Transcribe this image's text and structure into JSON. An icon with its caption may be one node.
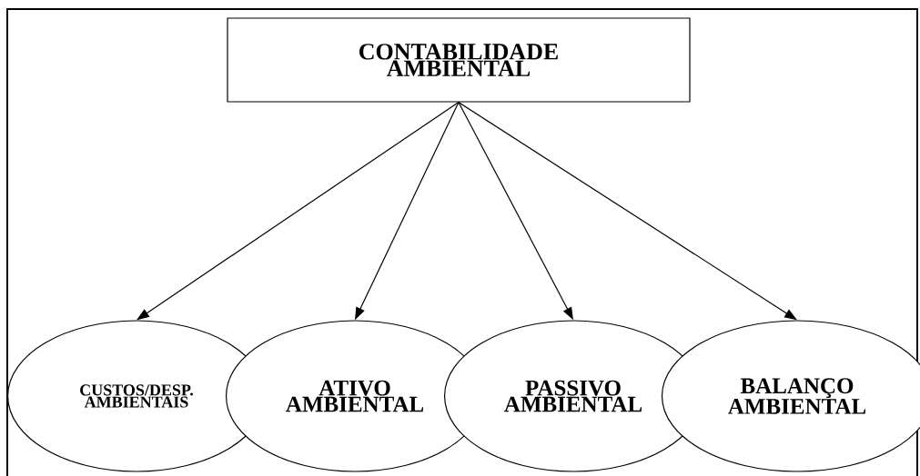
{
  "diagram": {
    "nodes": [
      {
        "text": [
          "CONTABILIDADE AMBIENTAL"
        ]
      },
      {
        "text": [
          "CUSTOS/DESP. AMBIENTAIS"
        ]
      },
      {
        "text": [
          "ATIVO AMBIENTAL"
        ]
      },
      {
        "text": [
          "PASSIVO AMBIENTAL"
        ]
      },
      {
        "text": [
          "BALANÇO AMBIENTAL"
        ]
      }
    ],
    "edges": [
      {
        "from": 0,
        "to": 1,
        "arrow": "to"
      },
      {
        "from": 0,
        "to": 2,
        "arrow": "to"
      },
      {
        "from": 0,
        "to": 3,
        "arrow": "to"
      },
      {
        "from": 0,
        "to": 4,
        "arrow": "to"
      }
    ]
  }
}
